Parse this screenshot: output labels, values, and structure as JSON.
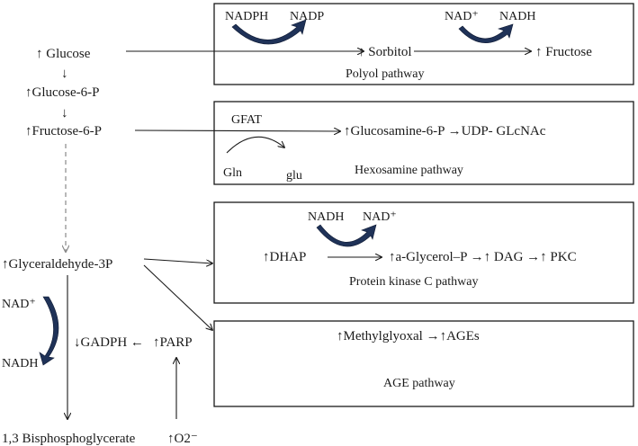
{
  "colors": {
    "line": "#1a1a1a",
    "cofactor_arrow": "#1f3258",
    "dashed": "#888888"
  },
  "left_chain": {
    "glucose": "↑ Glucose",
    "down1": "↓",
    "glucose6p": "↑Glucose-6-P",
    "down2": "↓",
    "fructose6p": "↑Fructose-6-P",
    "glyceraldehyde3p": "↑Glyceraldehyde-3P",
    "bisphosphoglycerate": "1,3 Bisphosphoglycerate",
    "gadph": "↓GADPH ←",
    "parp": "↑PARP",
    "superoxide": "↑O2⁻",
    "nad_plus": "NAD⁺",
    "nadh": "NADH"
  },
  "polyol": {
    "nadph": "NADPH",
    "nadp": "NADP",
    "nad_plus": "NAD⁺",
    "nadh": "NADH",
    "sorbitol": "↑ Sorbitol",
    "fructose": "↑ Fructose",
    "title": "Polyol pathway"
  },
  "hexosamine": {
    "gfat": "GFAT",
    "product": "↑Glucosamine-6-P →UDP- GLcNAc",
    "gln": "Gln",
    "glu": "glu",
    "title": "Hexosamine pathway"
  },
  "pkc": {
    "nadh": "NADH",
    "nad_plus": "NAD⁺",
    "dhap": "↑DHAP",
    "chain": "↑a-Glycerol–P →↑ DAG →↑ PKC",
    "title": "Protein kinase C pathway"
  },
  "age": {
    "chain": "↑Methylglyoxal →↑AGEs",
    "title": "AGE pathway"
  }
}
